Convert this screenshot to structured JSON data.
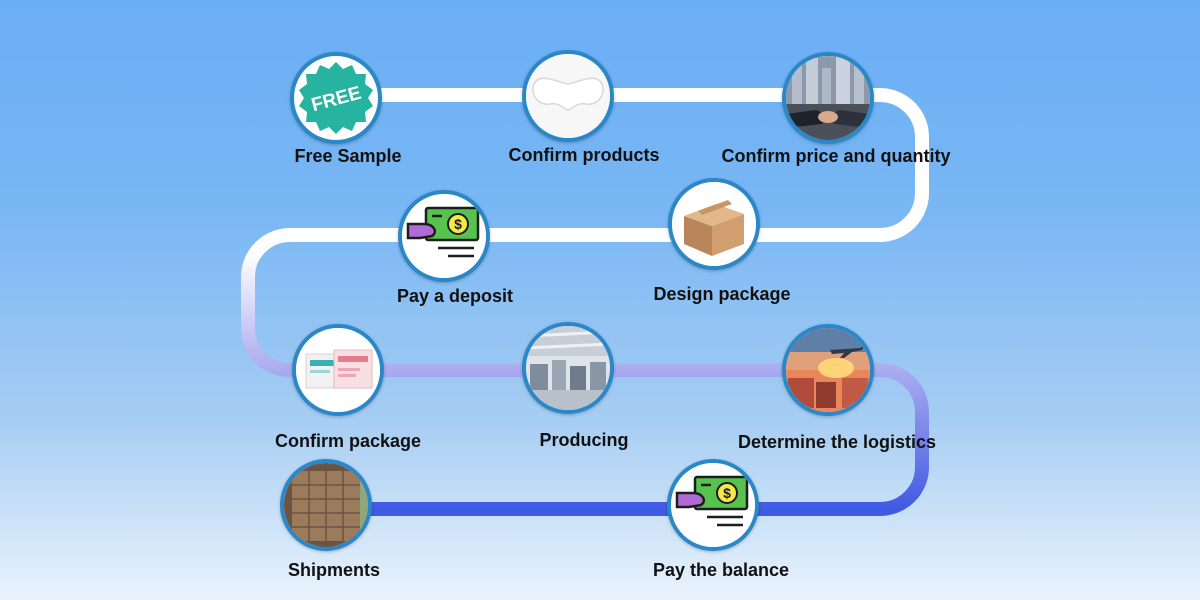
{
  "steps": [
    {
      "id": "free-sample",
      "label": "Free Sample",
      "icon": "free-badge-icon",
      "badge": "FREE"
    },
    {
      "id": "confirm-products",
      "label": "Confirm products",
      "icon": "nose-strip-icon"
    },
    {
      "id": "confirm-price",
      "label": "Confirm price and quantity",
      "icon": "handshake-icon"
    },
    {
      "id": "pay-deposit",
      "label": "Pay a deposit",
      "icon": "payment-icon"
    },
    {
      "id": "design-package",
      "label": "Design package",
      "icon": "cardboard-box-icon"
    },
    {
      "id": "confirm-package",
      "label": "Confirm package",
      "icon": "product-package-icon"
    },
    {
      "id": "producing",
      "label": "Producing",
      "icon": "factory-icon"
    },
    {
      "id": "logistics",
      "label": "Determine the logistics",
      "icon": "airplane-shipping-icon"
    },
    {
      "id": "shipments",
      "label": "Shipments",
      "icon": "container-icon"
    },
    {
      "id": "pay-balance",
      "label": "Pay the balance",
      "icon": "payment-icon"
    }
  ],
  "colors": {
    "path_start": "#ffffff",
    "path_end": "#3f5ae3",
    "node_border": "#2a87c8",
    "badge_teal": "#26b3a0",
    "money_green": "#58c24f",
    "hand_purple": "#b06bd6"
  }
}
